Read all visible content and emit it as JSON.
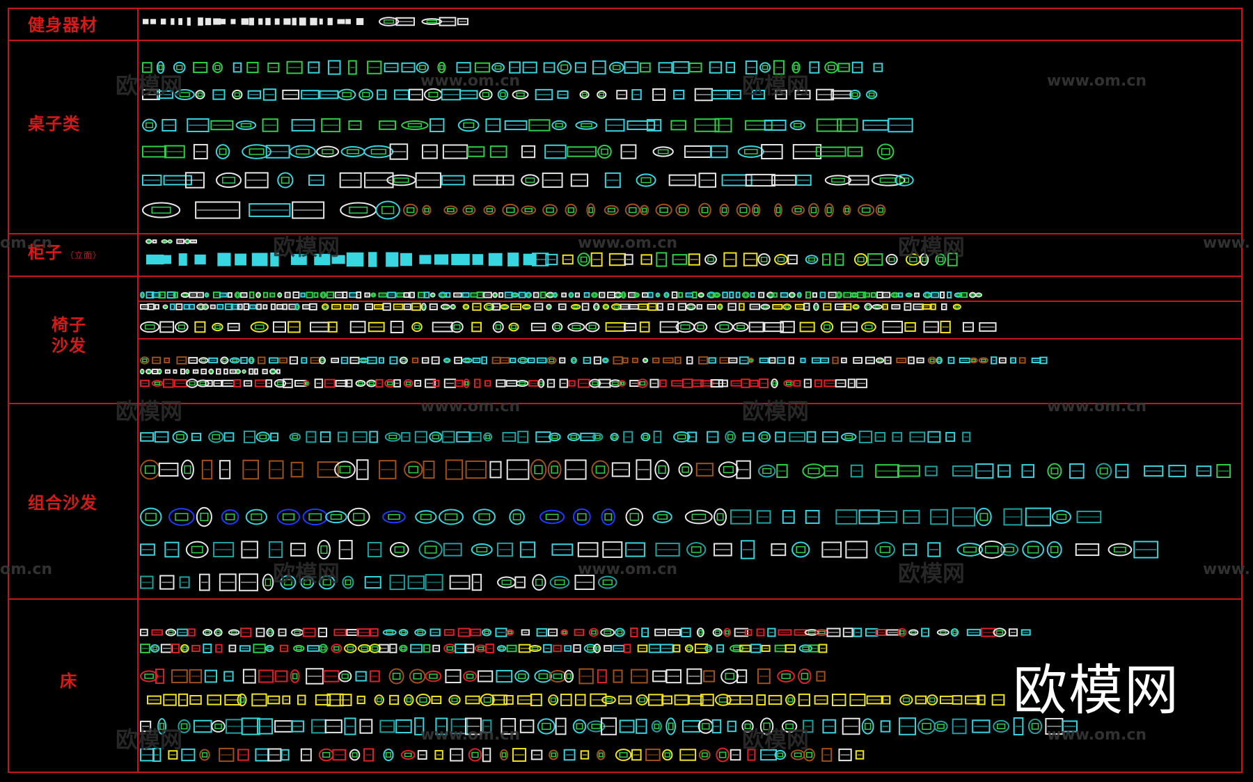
{
  "categories": {
    "fitness": "健身器材",
    "tables": "桌子类",
    "cabinets": "柜子",
    "cabinets_note": "（立面）",
    "chairs_line1": "椅子",
    "chairs_line2": "沙发",
    "combo_sofas": "组合沙发",
    "beds": "床"
  },
  "watermarks": {
    "url": "www.om.cn",
    "url_cut": "om.cn",
    "url_cut_right": "www.",
    "cn": "欧模网"
  },
  "logo": "欧模网",
  "colors": {
    "background": "#000000",
    "grid": "#c8141b",
    "label": "#d61a1a",
    "cyan": "#38d6e0",
    "green": "#2ed04a",
    "yellow": "#f2e51c",
    "white": "#e8e8e8",
    "brown": "#a0521e",
    "red": "#e0202a",
    "blue": "#1e3cff",
    "teal": "#1fa3a3"
  }
}
